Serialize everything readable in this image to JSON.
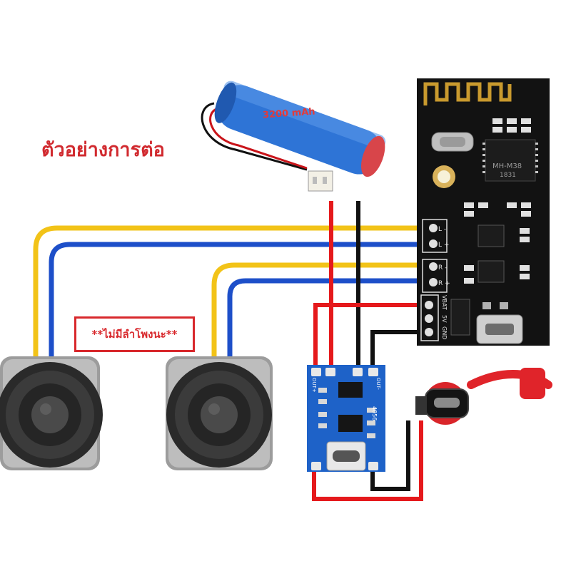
{
  "diagram": {
    "title": "ตัวอย่างการต่อ",
    "note": "**ไม่มีลำโพงนะ**",
    "battery_capacity": "3200 mAh",
    "module_model": "MH-M38",
    "module_code": "1831",
    "module_pins": {
      "left": [
        "L -",
        "L +"
      ],
      "right": [
        "R -",
        "R +"
      ],
      "power": [
        "VBAT",
        "5V",
        "GND"
      ]
    },
    "charger_model": "4056",
    "charger_pins": [
      "OUT-",
      "OUT+"
    ],
    "colors": {
      "audio_positive": "#f2c318",
      "audio_negative": "#1d4fc9",
      "power_positive": "#e5191c",
      "power_negative": "#111111",
      "charger_board": "#1e62c8",
      "bt_module": "#121212",
      "title": "#d12a2f"
    }
  }
}
